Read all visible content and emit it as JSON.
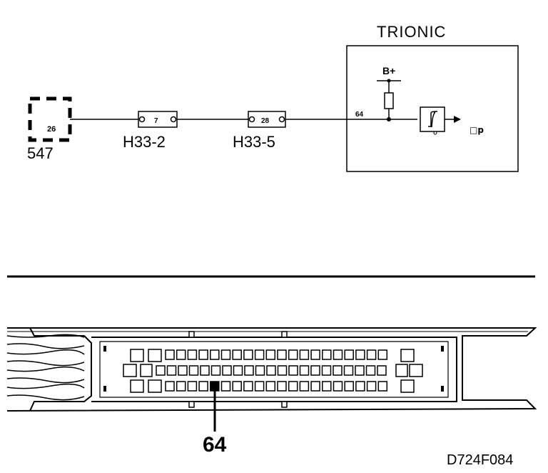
{
  "schematic": {
    "ecu_title": "TRIONIC",
    "supply_label": "B+",
    "output_label": "□p",
    "ecu_pin": "64",
    "component": {
      "id": "547",
      "pin": "26"
    },
    "connector_1": {
      "id": "H33-2",
      "pin": "7"
    },
    "connector_2": {
      "id": "H33-5",
      "pin": "28"
    }
  },
  "connector_view": {
    "pin_callout": "64"
  },
  "figure_code": "D724F084"
}
